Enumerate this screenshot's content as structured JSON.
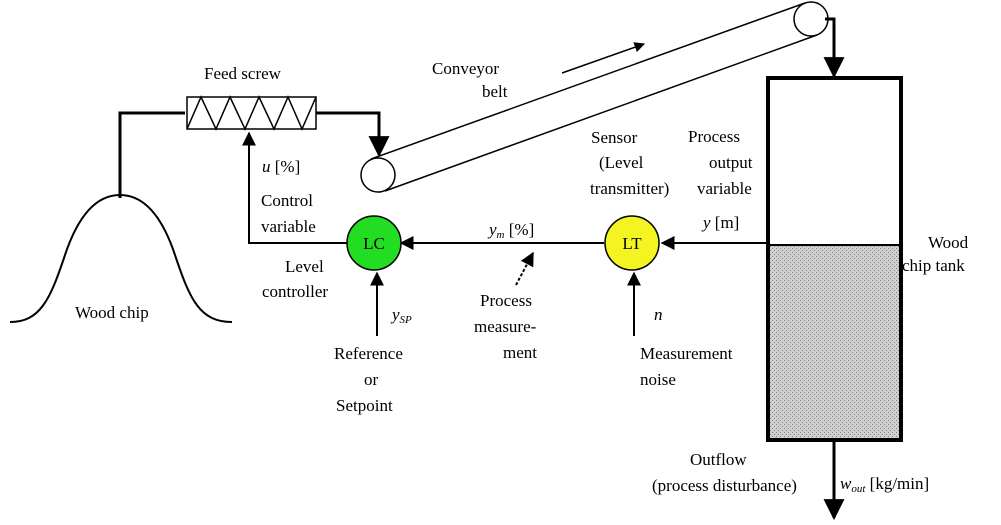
{
  "labels": {
    "feed_screw": "Feed screw",
    "conveyor_1": "Conveyor",
    "conveyor_2": "belt",
    "wood_chip": "Wood chip",
    "u_var": "u",
    "u_unit": " [%]",
    "control_1": "Control",
    "control_2": "variable",
    "level_ctrl_1": "Level",
    "level_ctrl_2": "controller",
    "lc": "LC",
    "lt": "LT",
    "ysp_main": "y",
    "ysp_sub": "SP",
    "reference_1": "Reference",
    "reference_2": "or",
    "reference_3": "Setpoint",
    "ym_main": "y",
    "ym_sub": "m",
    "ym_unit": " [%]",
    "process_meas_1": "Process",
    "process_meas_2": "measure-",
    "process_meas_3": "ment",
    "sensor_1": "Sensor",
    "sensor_2": "(Level",
    "sensor_3": "transmitter)",
    "n_var": "n",
    "noise_1": "Measurement",
    "noise_2": "noise",
    "process_out_1": "Process",
    "process_out_2": "output",
    "process_out_3": "variable",
    "y_var": "y",
    "y_unit": " [m]",
    "tank_1": "Wood",
    "tank_2": "chip tank",
    "outflow_1": "Outflow",
    "outflow_2": "(process disturbance)",
    "wout_main": "w",
    "wout_sub": "out",
    "wout_unit": " [kg/min]"
  },
  "colors": {
    "lc_fill": "#22dd22",
    "lt_fill": "#f4f422",
    "tank_fill": "#c8c8c8"
  },
  "icons": {
    "level_controller": "circle",
    "level_transmitter": "circle",
    "feed_screw": "zigzag-box",
    "tank": "rectangle-with-hatched-fill"
  }
}
